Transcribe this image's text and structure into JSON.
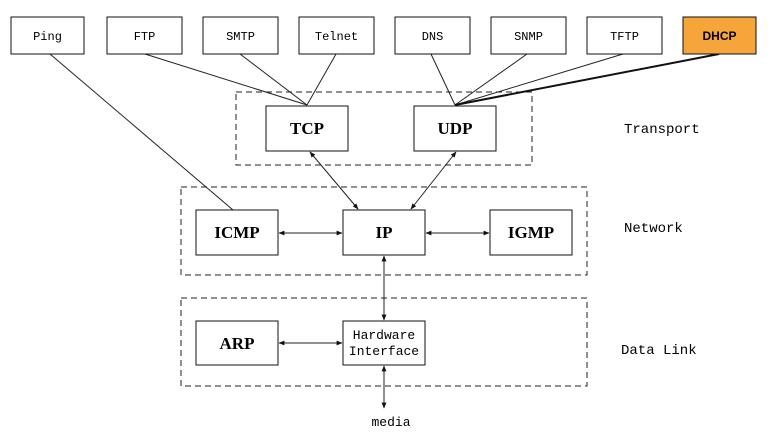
{
  "applications": [
    {
      "id": "ping",
      "label": "Ping"
    },
    {
      "id": "ftp",
      "label": "FTP"
    },
    {
      "id": "smtp",
      "label": "SMTP"
    },
    {
      "id": "telnet",
      "label": "Telnet"
    },
    {
      "id": "dns",
      "label": "DNS"
    },
    {
      "id": "snmp",
      "label": "SNMP"
    },
    {
      "id": "tftp",
      "label": "TFTP"
    },
    {
      "id": "dhcp",
      "label": "DHCP"
    }
  ],
  "highlight_color": "#f5a53a",
  "transport": {
    "label": "Transport",
    "tcp": "TCP",
    "udp": "UDP"
  },
  "network": {
    "label": "Network",
    "icmp": "ICMP",
    "ip": "IP",
    "igmp": "IGMP"
  },
  "data_link": {
    "label": "Data Link",
    "arp": "ARP",
    "hw_line1": "Hardware",
    "hw_line2": "Interface"
  },
  "media": "media"
}
